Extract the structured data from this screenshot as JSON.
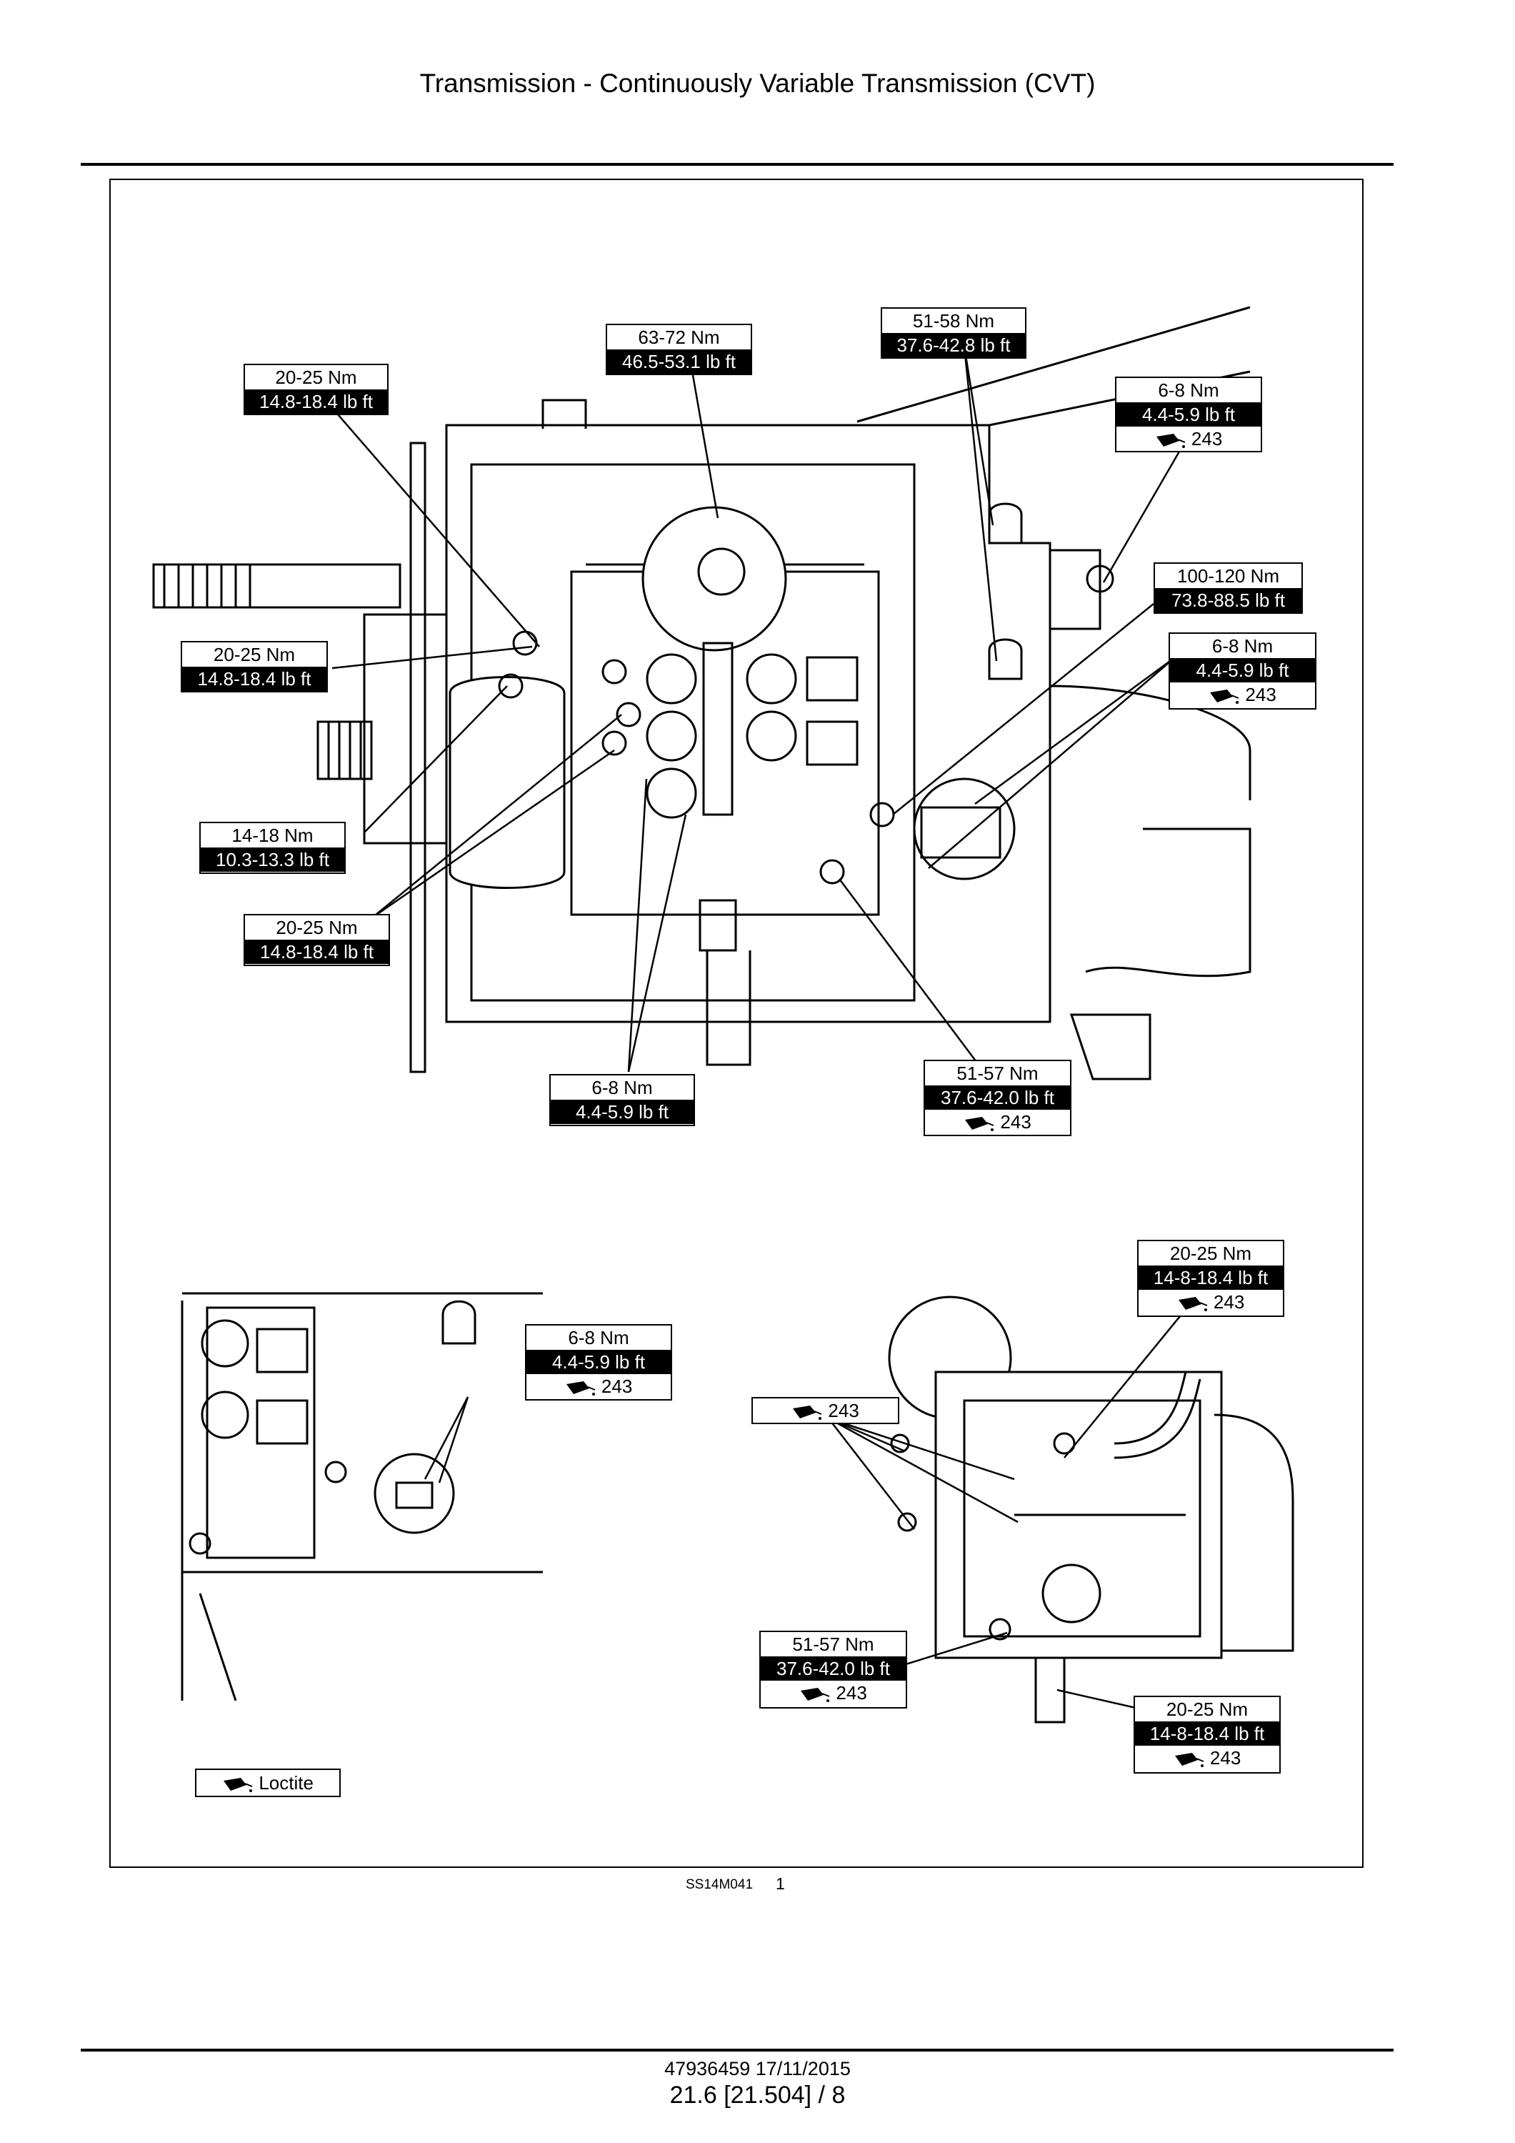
{
  "header": {
    "title": "Transmission - Continuously Variable Transmission (CVT)"
  },
  "callouts": {
    "c_top_left": {
      "nm": "20-25 Nm",
      "lb": "14.8-18.4 lb ft"
    },
    "c_63_72": {
      "nm": "63-72 Nm",
      "lb": "46.5-53.1 lb ft"
    },
    "c_51_58": {
      "nm": "51-58 Nm",
      "lb": "37.6-42.8 lb ft"
    },
    "c_6_8_a": {
      "nm": "6-8 Nm",
      "lb": "4.4-5.9 lb ft",
      "loctite": "243"
    },
    "c_100_120": {
      "nm": "100-120 Nm",
      "lb": "73.8-88.5 lb ft"
    },
    "c_6_8_b": {
      "nm": "6-8 Nm",
      "lb": "4.4-5.9 lb ft",
      "loctite": "243"
    },
    "c_left_mid": {
      "nm": "20-25 Nm",
      "lb": "14.8-18.4 lb ft"
    },
    "c_14_18": {
      "nm": "14-18 Nm",
      "lb": "10.3-13.3 lb ft"
    },
    "c_left_low": {
      "nm": "20-25 Nm",
      "lb": "14.8-18.4 lb ft"
    },
    "c_6_8_c": {
      "nm": "6-8 Nm",
      "lb": "4.4-5.9 lb ft"
    },
    "c_51_57_a": {
      "nm": "51-57 Nm",
      "lb": "37.6-42.0 lb ft",
      "loctite": "243"
    },
    "c_inset_right": {
      "nm": "20-25 Nm",
      "lb": "14-8-18.4 lb ft",
      "loctite": "243"
    },
    "c_6_8_d": {
      "nm": "6-8 Nm",
      "lb": "4.4-5.9 lb ft",
      "loctite": "243"
    },
    "c_243_only": {
      "loctite": "243"
    },
    "c_51_57_b": {
      "nm": "51-57 Nm",
      "lb": "37.6-42.0 lb ft",
      "loctite": "243"
    },
    "c_20_25_bottom": {
      "nm": "20-25 Nm",
      "lb": "14-8-18.4 lb ft",
      "loctite": "243"
    }
  },
  "legend": {
    "label": "Loctite"
  },
  "figure": {
    "id": "SS14M041",
    "number": "1"
  },
  "footer": {
    "doc_id": "47936459 17/11/2015",
    "page_ref": "21.6 [21.504] / 8"
  }
}
